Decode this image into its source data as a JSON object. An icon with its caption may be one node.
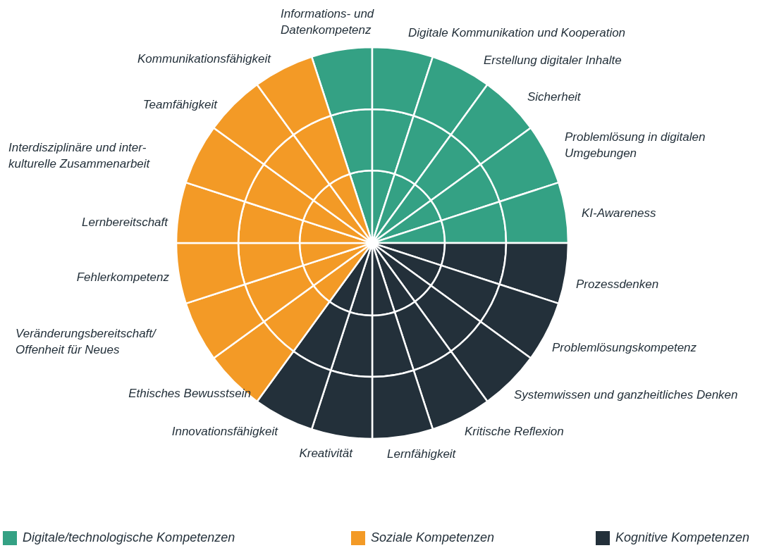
{
  "diagram": {
    "labels": [
      "Informations- und Datenkompetenz",
      "Digitale Kommunikation und Kooperation",
      "Erstellung digitaler Inhalte",
      "Sicherheit",
      "Problemlösung in digitalen Umgebungen",
      "KI-Awareness",
      "Prozessdenken",
      "Problemlösungskompetenz",
      "Systemwissen und ganzheitliches Denken",
      "Kritische Reflexion",
      "Lernfähigkeit",
      "Kreativität",
      "Innovationsfähigkeit",
      "Ethisches Bewusstsein",
      "Veränderungsbereitschaft/ Offenheit für Neues",
      "Fehlerkompetenz",
      "Lernbereitschaft",
      "Interdisziplinäre und inter- kulturelle Zusammenarbeit",
      "Teamfähigkeit",
      "Kommunikationsfähigkeit"
    ],
    "legend": [
      {
        "text": "Digitale/technologische Kompetenzen",
        "color": "#34a184"
      },
      {
        "text": "Soziale Kompetenzen",
        "color": "#f39a26"
      },
      {
        "text": "Kognitive Kompetenzen",
        "color": "#23303a"
      }
    ]
  }
}
